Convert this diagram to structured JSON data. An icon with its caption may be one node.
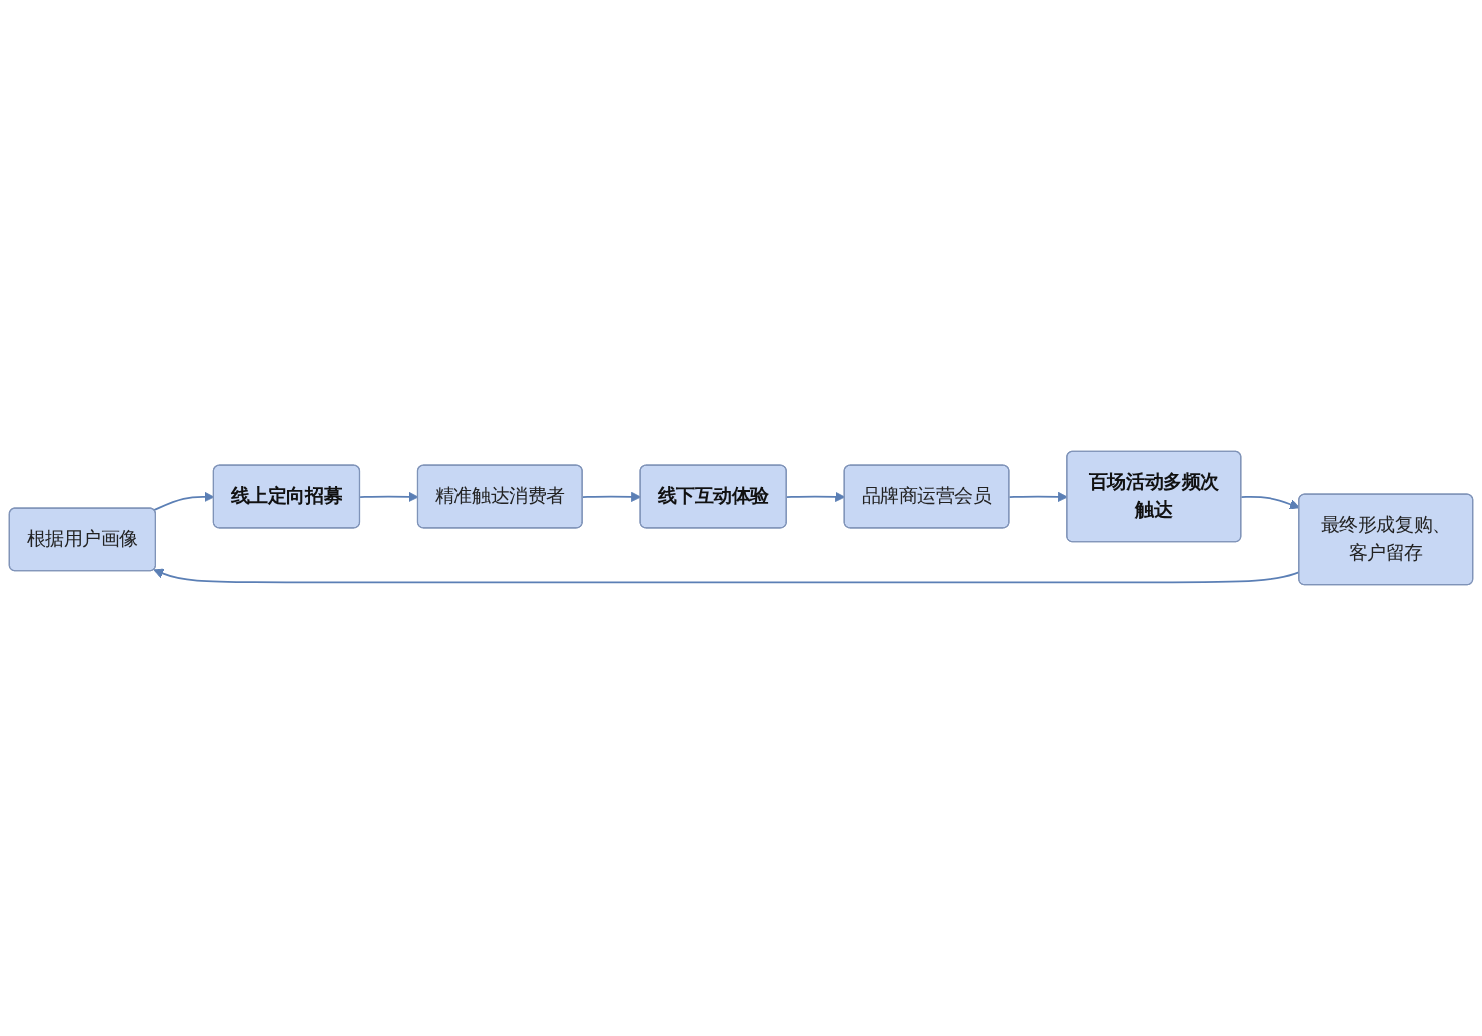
{
  "diagram": {
    "nodes": [
      {
        "text": [
          "根据用户画像"
        ]
      },
      {
        "text": [
          "线上定向招募"
        ]
      },
      {
        "text": [
          "精准触达消费者"
        ]
      },
      {
        "text": [
          "线下互动体验"
        ]
      },
      {
        "text": [
          "品牌商运营会员"
        ]
      },
      {
        "text": [
          "百场活动多频次触达"
        ]
      },
      {
        "text": [
          "最终形成复购、客户留存"
        ]
      }
    ],
    "edges": [
      {
        "from": 0,
        "to": 1,
        "arrow": "to"
      },
      {
        "from": 1,
        "to": 2,
        "arrow": "to"
      },
      {
        "from": 2,
        "to": 3,
        "arrow": "to"
      },
      {
        "from": 3,
        "to": 4,
        "arrow": "to"
      },
      {
        "from": 4,
        "to": 5,
        "arrow": "to"
      },
      {
        "from": 5,
        "to": 6,
        "arrow": "to"
      },
      {
        "from": 6,
        "to": 0,
        "arrow": "to"
      }
    ]
  }
}
